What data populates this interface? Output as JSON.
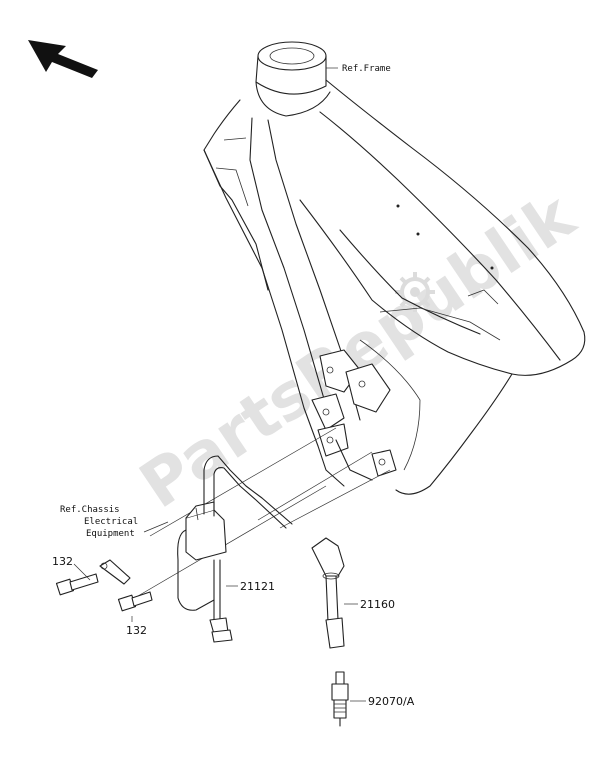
{
  "watermark": "PartsRepublik",
  "refs": {
    "frame": "Ref.Frame",
    "chassis_line1": "Ref.Chassis",
    "chassis_line2": "Electrical",
    "chassis_line3": "Equipment"
  },
  "parts": {
    "bolt_left": "132",
    "bolt_bottom": "132",
    "ignition_coil": "21121",
    "spark_plug_cap": "21160",
    "spark_plug": "92070/A"
  },
  "icons": {
    "direction": "front-direction-arrow-icon",
    "watermark_logo": "gear-icon"
  }
}
